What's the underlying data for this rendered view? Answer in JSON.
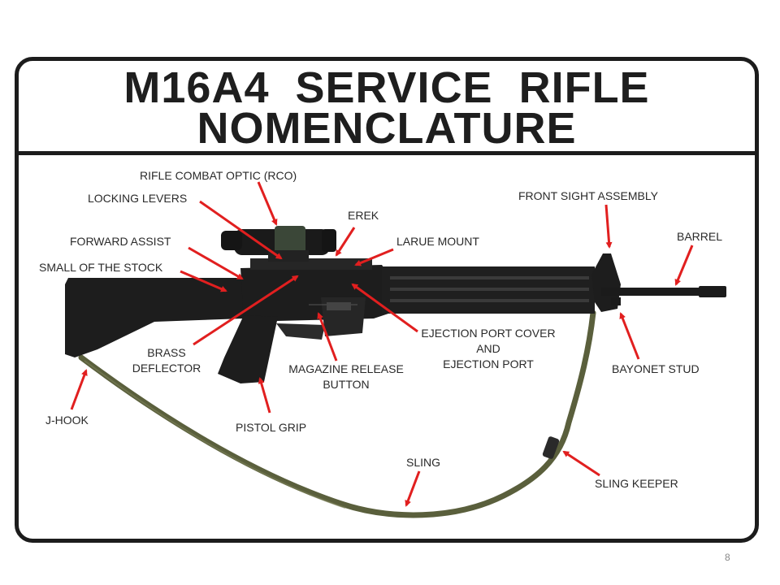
{
  "title": {
    "line1": "M16A4  SERVICE  RIFLE",
    "line2": "NOMENCLATURE"
  },
  "labels": {
    "rco": "RIFLE COMBAT OPTIC (RCO)",
    "locking_levers": "LOCKING LEVERS",
    "erek": "EREK",
    "front_sight": "FRONT SIGHT ASSEMBLY",
    "barrel": "BARREL",
    "forward_assist": "FORWARD ASSIST",
    "larue_mount": "LARUE MOUNT",
    "small_of_stock": "SMALL OF THE STOCK",
    "ejection_line1": "EJECTION PORT COVER",
    "ejection_line2": "AND",
    "ejection_line3": "EJECTION PORT",
    "brass_line1": "BRASS",
    "brass_line2": "DEFLECTOR",
    "magazine_line1": "MAGAZINE RELEASE",
    "magazine_line2": "BUTTON",
    "bayonet_stud": "BAYONET STUD",
    "j_hook": "J-HOOK",
    "pistol_grip": "PISTOL GRIP",
    "sling": "SLING",
    "sling_keeper": "SLING KEEPER"
  },
  "colors": {
    "arrow": "#e11f1f",
    "rifle": "#1d1d1d",
    "sling": "#5a5f3c",
    "frame": "#1c1c1c"
  },
  "page_number": "8"
}
